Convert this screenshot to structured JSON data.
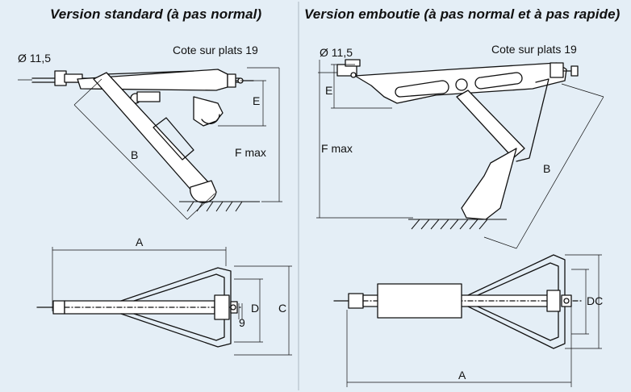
{
  "titles": {
    "left": "Version standard (à pas normal)",
    "right": "Version emboutie (à pas normal et à pas rapide)"
  },
  "labels": {
    "diameter": "Ø 11,5",
    "cote": "Cote sur plats 19",
    "a": "A",
    "b": "B",
    "c": "C",
    "d": "D",
    "e": "E",
    "fmax": "F max",
    "nine": "9",
    "dc": "DC"
  }
}
